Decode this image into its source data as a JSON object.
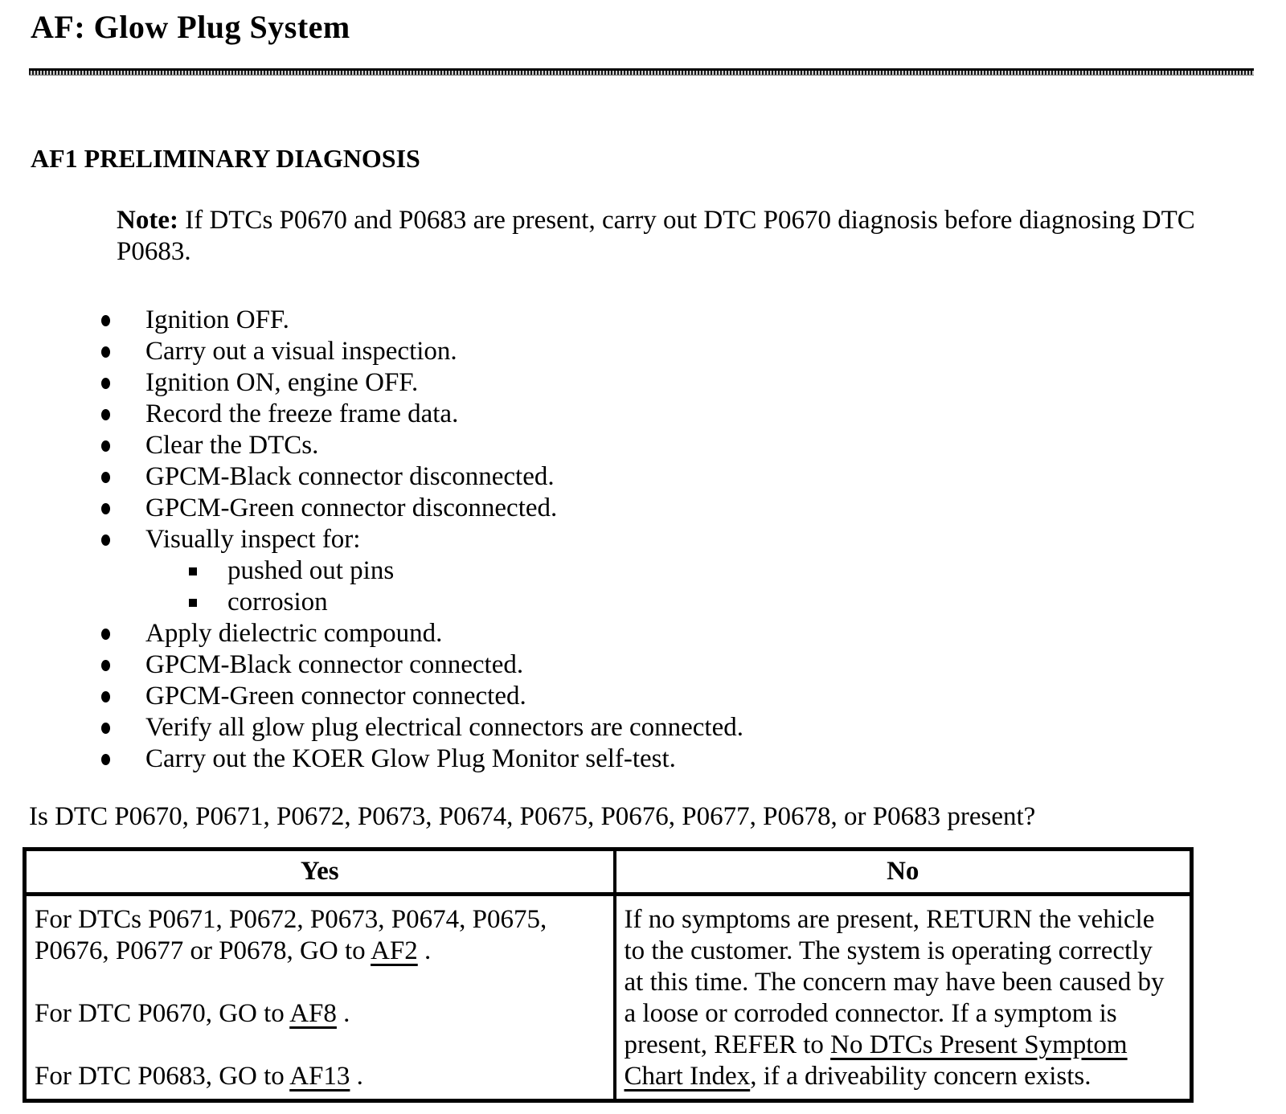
{
  "page": {
    "title": "AF: Glow Plug System",
    "section_heading": "AF1 PRELIMINARY DIAGNOSIS",
    "note_label": "Note:",
    "note_text": " If DTCs P0670 and P0683 are present, carry out DTC P0670 diagnosis before diagnosing DTC P0683.",
    "question": "Is DTC P0670, P0671, P0672, P0673, P0674, P0675, P0676, P0677, P0678, or P0683 present?"
  },
  "checklist": {
    "items": [
      {
        "text": "Ignition OFF."
      },
      {
        "text": "Carry out a visual inspection."
      },
      {
        "text": "Ignition ON, engine OFF."
      },
      {
        "text": "Record the freeze frame data."
      },
      {
        "text": "Clear the DTCs."
      },
      {
        "text": "GPCM-Black connector disconnected."
      },
      {
        "text": "GPCM-Green connector disconnected."
      },
      {
        "text": "Visually inspect for:",
        "sub": [
          "pushed out pins",
          "corrosion"
        ]
      },
      {
        "text": "Apply dielectric compound."
      },
      {
        "text": "GPCM-Black connector connected."
      },
      {
        "text": "GPCM-Green connector connected."
      },
      {
        "text": "Verify all glow plug electrical connectors are connected."
      },
      {
        "text": "Carry out the KOER Glow Plug Monitor self-test."
      }
    ]
  },
  "table": {
    "headers": [
      "Yes",
      "No"
    ],
    "yes": [
      {
        "prefix": "For DTCs P0671, P0672, P0673, P0674, P0675, P0676, P0677 or P0678, GO to ",
        "link": "AF2",
        "suffix": " ."
      },
      {
        "prefix": "For DTC P0670, GO to ",
        "link": "AF8",
        "suffix": " ."
      },
      {
        "prefix": "For DTC P0683, GO to ",
        "link": "AF13",
        "suffix": " ."
      }
    ],
    "no": {
      "prefix": "If no symptoms are present, RETURN the vehicle to the customer. The system is operating correctly at this time. The concern may have been caused by a loose or corroded connector. If a symptom is present, REFER to ",
      "link": "No DTCs Present Symptom Chart Index",
      "suffix": ", if a driveability concern exists."
    }
  },
  "colors": {
    "text": "#000000",
    "background": "#ffffff",
    "border": "#000000",
    "link": "#000000"
  }
}
